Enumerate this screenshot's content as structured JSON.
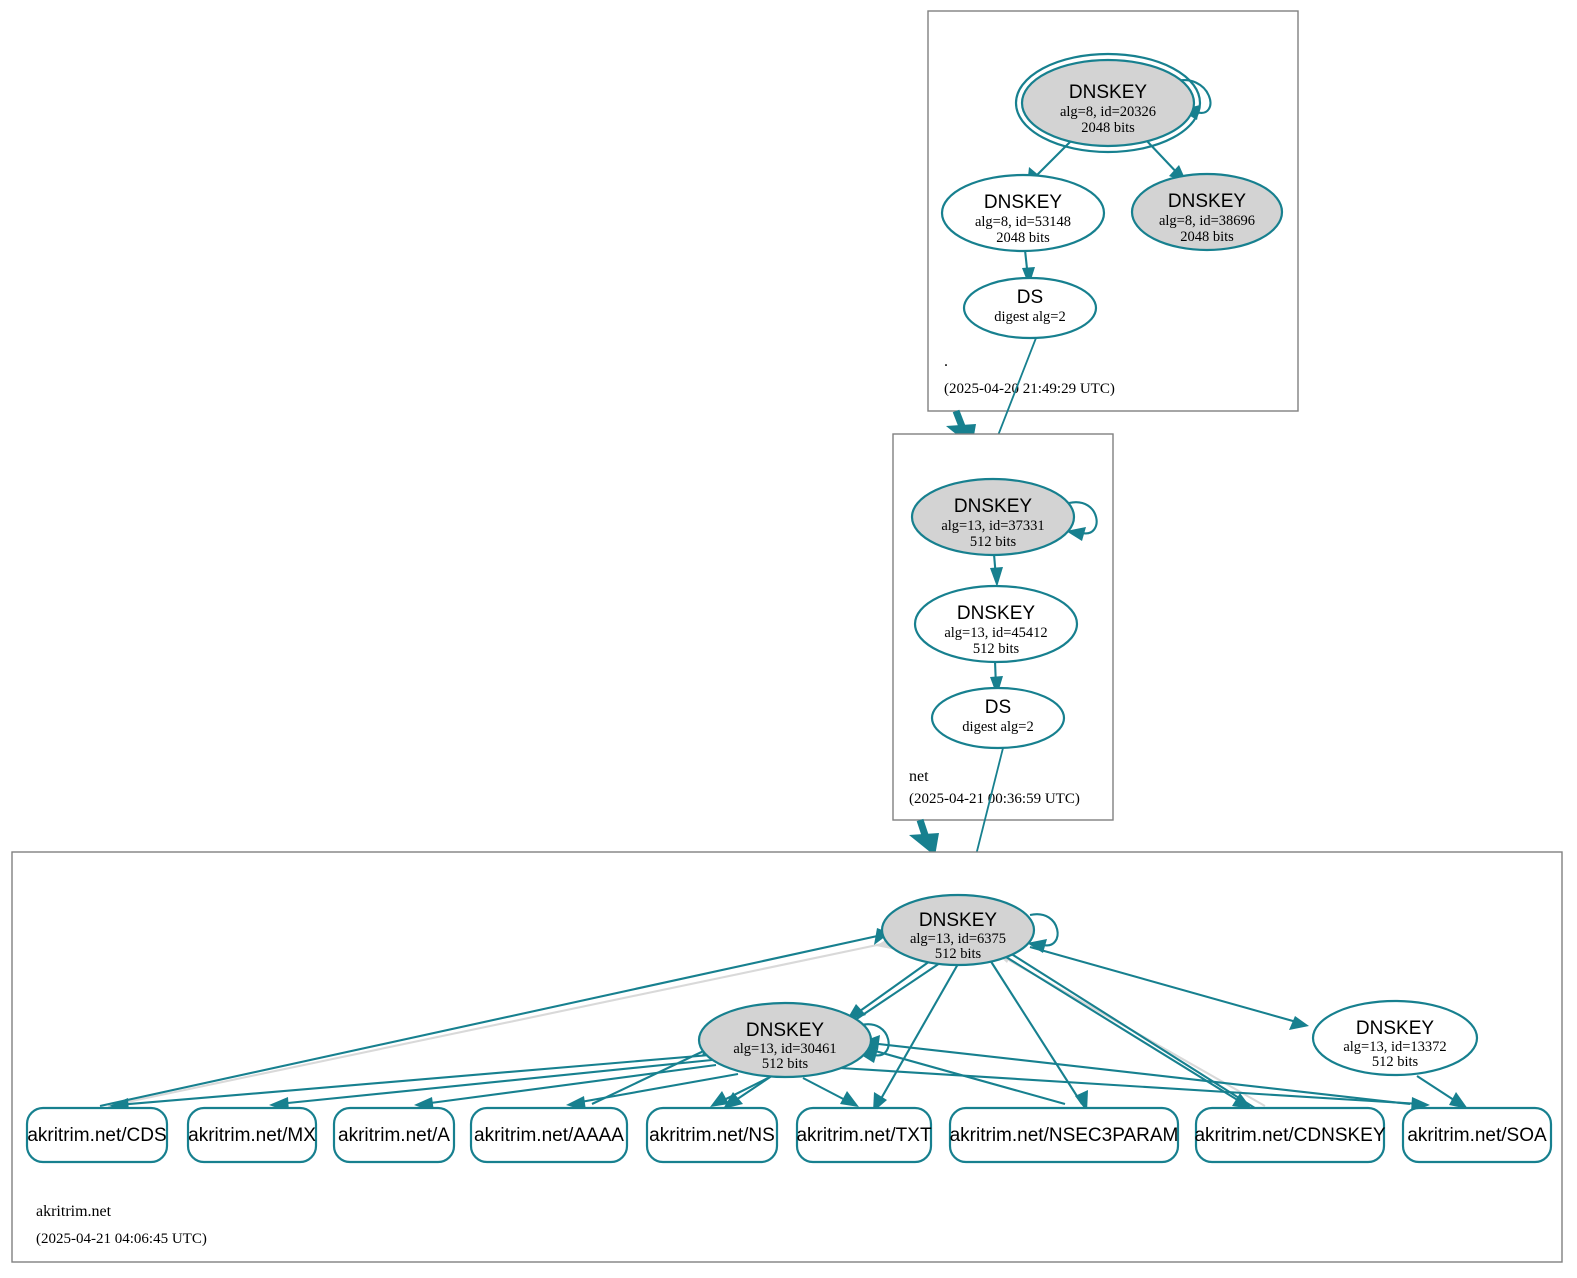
{
  "diagram": {
    "type": "dnssec-authentication-chain",
    "colors": {
      "accent": "#17808f",
      "node_fill_secure": "#d3d3d3",
      "node_fill_plain": "#ffffff",
      "cluster_border": "#808080",
      "edge_gray": "#d9d9d9"
    }
  },
  "zones": [
    {
      "id": "root",
      "label": ".",
      "timestamp": "(2025-04-20 21:49:29 UTC)",
      "nodes": [
        {
          "id": "root-ksk-20326",
          "kind": "DNSKEY",
          "title": "DNSKEY",
          "line1": "alg=8, id=20326",
          "line2": "2048 bits",
          "alg": "8",
          "keyid": "20326",
          "bits": "2048 bits",
          "filled": true,
          "sep": true
        },
        {
          "id": "root-zsk-53148",
          "kind": "DNSKEY",
          "title": "DNSKEY",
          "line1": "alg=8, id=53148",
          "line2": "2048 bits",
          "alg": "8",
          "keyid": "53148",
          "bits": "2048 bits",
          "filled": false,
          "sep": false
        },
        {
          "id": "root-zsk-38696",
          "kind": "DNSKEY",
          "title": "DNSKEY",
          "line1": "alg=8, id=38696",
          "line2": "2048 bits",
          "alg": "8",
          "keyid": "38696",
          "bits": "2048 bits",
          "filled": true,
          "sep": false
        },
        {
          "id": "root-ds",
          "kind": "DS",
          "title": "DS",
          "line1": "digest alg=2",
          "line2": "",
          "filled": false,
          "sep": false
        }
      ]
    },
    {
      "id": "net",
      "label": "net",
      "timestamp": "(2025-04-21 00:36:59 UTC)",
      "nodes": [
        {
          "id": "net-ksk-37331",
          "kind": "DNSKEY",
          "title": "DNSKEY",
          "line1": "alg=13, id=37331",
          "line2": "512 bits",
          "alg": "13",
          "keyid": "37331",
          "bits": "512 bits",
          "filled": true,
          "sep": false
        },
        {
          "id": "net-zsk-45412",
          "kind": "DNSKEY",
          "title": "DNSKEY",
          "line1": "alg=13, id=45412",
          "line2": "512 bits",
          "alg": "13",
          "keyid": "45412",
          "bits": "512 bits",
          "filled": false,
          "sep": false
        },
        {
          "id": "net-ds",
          "kind": "DS",
          "title": "DS",
          "line1": "digest alg=2",
          "line2": "",
          "filled": false,
          "sep": false
        }
      ]
    },
    {
      "id": "akritrim",
      "label": "akritrim.net",
      "timestamp": "(2025-04-21 04:06:45 UTC)",
      "nodes": [
        {
          "id": "ak-ksk-6375",
          "kind": "DNSKEY",
          "title": "DNSKEY",
          "line1": "alg=13, id=6375",
          "line2": "512 bits",
          "alg": "13",
          "keyid": "6375",
          "bits": "512 bits",
          "filled": true,
          "sep": false
        },
        {
          "id": "ak-zsk-30461",
          "kind": "DNSKEY",
          "title": "DNSKEY",
          "line1": "alg=13, id=30461",
          "line2": "512 bits",
          "alg": "13",
          "keyid": "30461",
          "bits": "512 bits",
          "filled": true,
          "sep": false
        },
        {
          "id": "ak-key-13372",
          "kind": "DNSKEY",
          "title": "DNSKEY",
          "line1": "alg=13, id=13372",
          "line2": "512 bits",
          "alg": "13",
          "keyid": "13372",
          "bits": "512 bits",
          "filled": false,
          "sep": false
        }
      ],
      "records": [
        {
          "id": "rr-cds",
          "label": "akritrim.net/CDS"
        },
        {
          "id": "rr-mx",
          "label": "akritrim.net/MX"
        },
        {
          "id": "rr-a",
          "label": "akritrim.net/A"
        },
        {
          "id": "rr-aaaa",
          "label": "akritrim.net/AAAA"
        },
        {
          "id": "rr-ns",
          "label": "akritrim.net/NS"
        },
        {
          "id": "rr-txt",
          "label": "akritrim.net/TXT"
        },
        {
          "id": "rr-nsec3param",
          "label": "akritrim.net/NSEC3PARAM"
        },
        {
          "id": "rr-cdnskey",
          "label": "akritrim.net/CDNSKEY"
        },
        {
          "id": "rr-soa",
          "label": "akritrim.net/SOA"
        }
      ]
    }
  ]
}
